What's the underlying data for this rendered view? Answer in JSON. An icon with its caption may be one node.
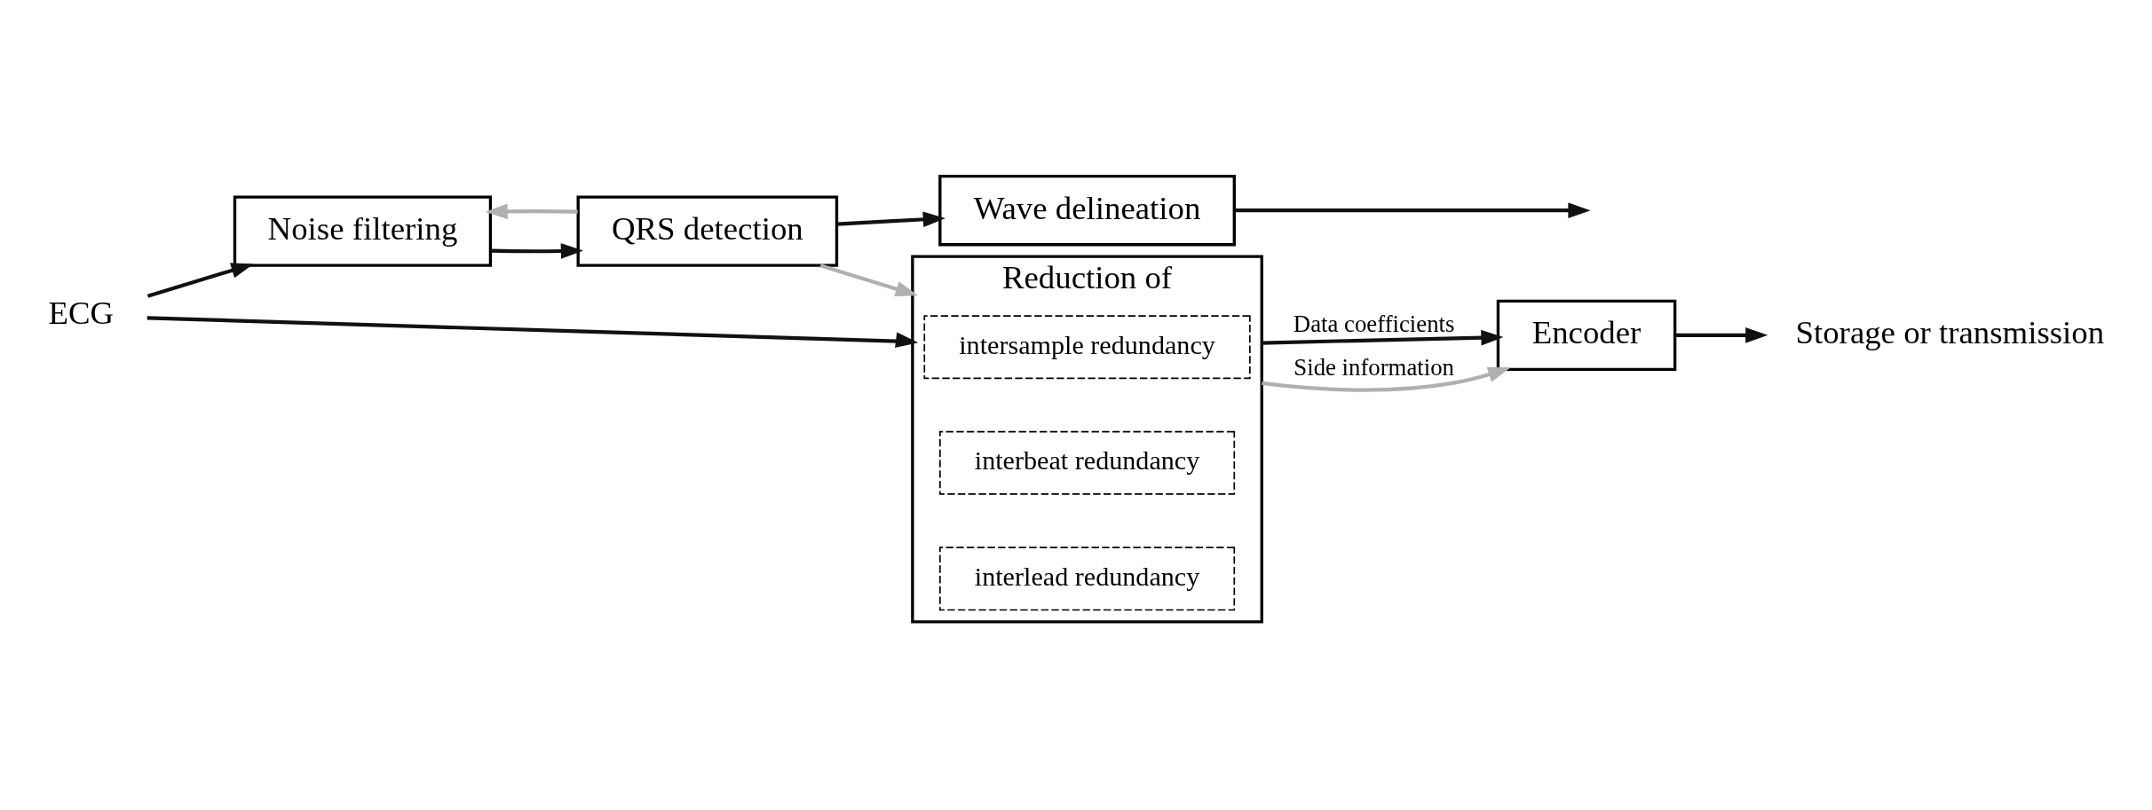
{
  "diagram": {
    "nodes": [
      {
        "text": [
          "ECG"
        ]
      },
      {
        "text": [
          "Noise filtering"
        ]
      },
      {
        "text": [
          "QRS detection"
        ]
      },
      {
        "text": [
          "Wave delineation"
        ]
      },
      {
        "text": [
          "Reduction of"
        ]
      },
      {
        "text": [
          "intersample redundancy"
        ],
        "in": 4
      },
      {
        "text": [
          "interbeat redundancy"
        ],
        "in": 4
      },
      {
        "text": [
          "interlead redundancy"
        ],
        "in": 4
      },
      {
        "text": [
          "Encoder"
        ]
      },
      {
        "text": [
          "Storage or transmission"
        ]
      }
    ],
    "edges": [
      {
        "from": 0,
        "to": 1,
        "arrow": "to"
      },
      {
        "from": 0,
        "to": 4,
        "arrow": "to"
      },
      {
        "from": 1,
        "to": 2,
        "arrow": "to"
      },
      {
        "from": 2,
        "to": 3,
        "arrow": "to"
      },
      {
        "from": 3,
        "to": null,
        "arrow": "to"
      },
      {
        "from": 2,
        "to": 1,
        "arrow": "to",
        "color": "#b0b0b0"
      },
      {
        "from": 2,
        "to": 4,
        "arrow": "to",
        "color": "#b0b0b0"
      },
      {
        "from": 4,
        "to": 8,
        "arrow": "to",
        "label": "Data coefficients"
      },
      {
        "from": 4,
        "to": 8,
        "arrow": "to",
        "label": "Side information",
        "color": "#b0b0b0"
      },
      {
        "from": 8,
        "to": 9,
        "arrow": "to"
      }
    ]
  }
}
